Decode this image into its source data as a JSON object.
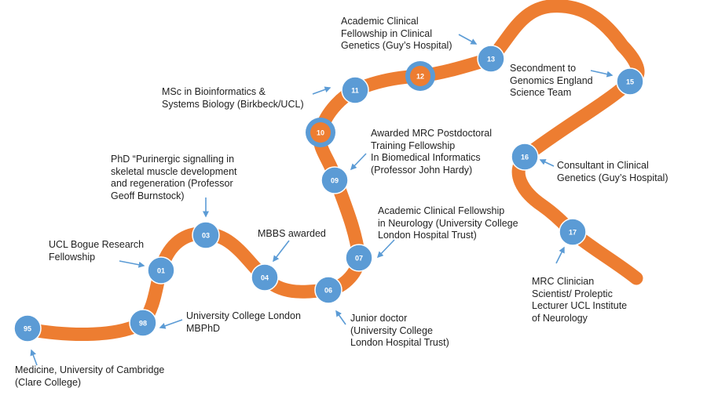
{
  "colors": {
    "path": "#ED7D31",
    "node_fill": "#5B9BD5",
    "node_stroke": "#ffffff",
    "highlight_fill": "#ED7D31",
    "highlight_ring": "#5B9BD5",
    "arrow": "#5B9BD5",
    "text": "#222222"
  },
  "milestones": [
    {
      "id": "95",
      "label": "95",
      "caption": "Medicine, University of Cambridge\n(Clare College)",
      "highlight": false
    },
    {
      "id": "98",
      "label": "98",
      "caption": "University College London\nMBPhD",
      "highlight": false
    },
    {
      "id": "01",
      "label": "01",
      "caption": "UCL Bogue Research\nFellowship",
      "highlight": false
    },
    {
      "id": "03",
      "label": "03",
      "caption": "PhD “Purinergic signalling in\nskeletal muscle development\nand regeneration (Professor\nGeoff Burnstock)",
      "highlight": false
    },
    {
      "id": "04",
      "label": "04",
      "caption": "MBBS awarded",
      "highlight": false
    },
    {
      "id": "06",
      "label": "06",
      "caption": "Junior doctor\n(University College\nLondon Hospital Trust)",
      "highlight": false
    },
    {
      "id": "07",
      "label": "07",
      "caption": "Academic Clinical Fellowship\nin Neurology (University College\nLondon Hospital Trust)",
      "highlight": false
    },
    {
      "id": "09",
      "label": "09",
      "caption": "Awarded MRC Postdoctoral\nTraining Fellowship\nIn Biomedical Informatics\n(Professor John Hardy)",
      "highlight": false
    },
    {
      "id": "10",
      "label": "10",
      "caption": "",
      "highlight": true
    },
    {
      "id": "11",
      "label": "11",
      "caption": "MSc in Bioinformatics &\nSystems Biology (Birkbeck/UCL)",
      "highlight": false
    },
    {
      "id": "12",
      "label": "12",
      "caption": "",
      "highlight": true
    },
    {
      "id": "13",
      "label": "13",
      "caption": "Academic Clinical\nFellowship in Clinical\nGenetics (Guy’s Hospital)",
      "highlight": false
    },
    {
      "id": "15",
      "label": "15",
      "caption": "Secondment to\nGenomics England\nScience Team",
      "highlight": false
    },
    {
      "id": "16",
      "label": "16",
      "caption": "Consultant in Clinical\nGenetics (Guy’s Hospital)",
      "highlight": false
    },
    {
      "id": "17",
      "label": "17",
      "caption": "MRC Clinician\nScientist/ Proleptic\nLecturer UCL Institute\nof Neurology",
      "highlight": false
    }
  ]
}
